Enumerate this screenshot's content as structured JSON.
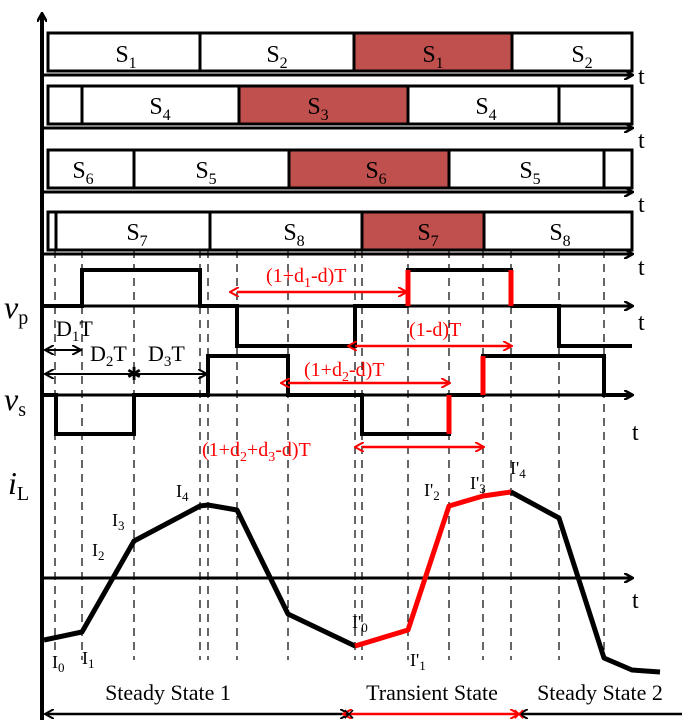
{
  "colors": {
    "ink": "#000000",
    "shade": "#c0504d",
    "accent": "#ff0000",
    "paper": "#ffffff"
  },
  "rows": {
    "row1": [
      "S",
      "1",
      "S",
      "2",
      "S",
      "1",
      "S",
      "2"
    ],
    "row2": [
      "S",
      "4",
      "S",
      "3",
      "S",
      "4"
    ],
    "row3": [
      "S",
      "6",
      "S",
      "5",
      "S",
      "6",
      "S",
      "5"
    ],
    "row4": [
      "S",
      "7",
      "S",
      "8",
      "S",
      "7",
      "S",
      "8"
    ]
  },
  "axis": {
    "t": "t"
  },
  "signals": {
    "vp": {
      "main": "v",
      "sub": "p"
    },
    "vs": {
      "main": "v",
      "sub": "s"
    },
    "iL": {
      "main": "i",
      "sub": "L"
    }
  },
  "intervals": {
    "d1": {
      "main": "D",
      "sub": "1",
      "post": "T"
    },
    "d2": {
      "main": "D",
      "sub": "2",
      "post": "T"
    },
    "d3": {
      "main": "D",
      "sub": "3",
      "post": "T"
    }
  },
  "red_labels": {
    "a": {
      "pre": "(1+d",
      "sub": "1",
      "post": "-d)T"
    },
    "b": "(1-d)T",
    "c": {
      "pre": "(1+d",
      "sub": "2",
      "post": "-d)T"
    },
    "d": {
      "pre": "(1+d",
      "sub1": "2",
      "mid": "+d",
      "sub2": "3",
      "post": "-d)T"
    }
  },
  "current_points": {
    "I0": {
      "main": "I",
      "sub": "0"
    },
    "I1": {
      "main": "I",
      "sub": "1"
    },
    "I2": {
      "main": "I",
      "sub": "2"
    },
    "I3": {
      "main": "I",
      "sub": "3"
    },
    "I4": {
      "main": "I",
      "sub": "4"
    },
    "P0": {
      "main": "I'",
      "sub": "0"
    },
    "P1": {
      "main": "I'",
      "sub": "1"
    },
    "P2": {
      "main": "I'",
      "sub": "2"
    },
    "P3": {
      "main": "I'",
      "sub": "3"
    },
    "P4": {
      "main": "I'",
      "sub": "4"
    }
  },
  "states": {
    "steady1": "Steady State 1",
    "transient": "Transient State",
    "steady2": "Steady State 2"
  }
}
